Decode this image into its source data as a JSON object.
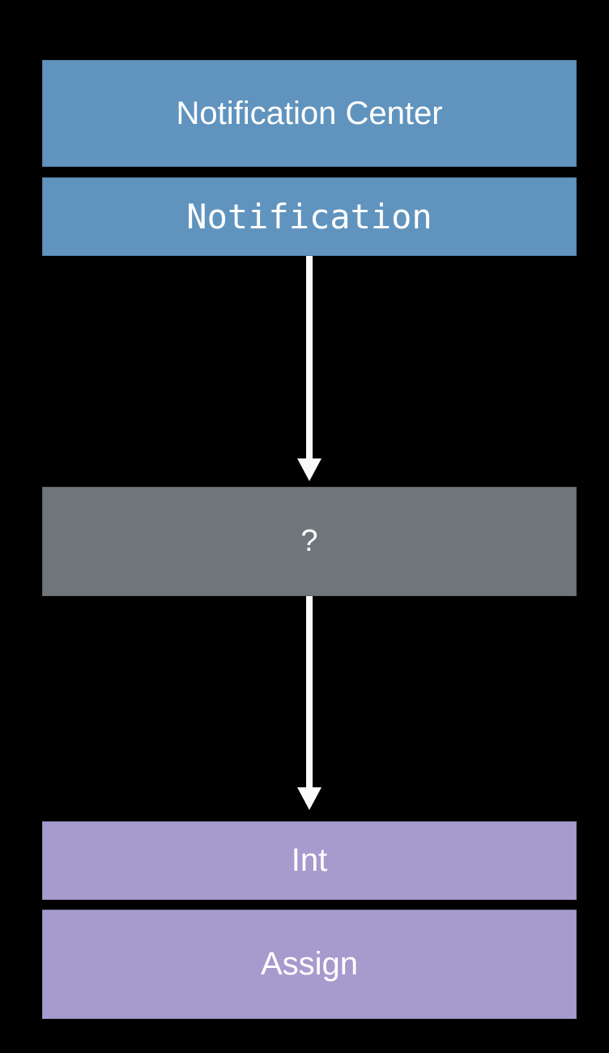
{
  "diagram": {
    "title": "Notification Center flow diagram",
    "nodes": {
      "notification_center": {
        "label": "Notification Center",
        "color": "#6094be",
        "text_color": "#ffffff",
        "font": "sans"
      },
      "notification": {
        "label": "Notification",
        "color": "#6094be",
        "text_color": "#ffffff",
        "font": "mono"
      },
      "unknown": {
        "label": "?",
        "color": "#6f767b",
        "text_color": "#ffffff",
        "font": "sans"
      },
      "int": {
        "label": "Int",
        "color": "#a79acd",
        "text_color": "#ffffff",
        "font": "sans"
      },
      "assign": {
        "label": "Assign",
        "color": "#a79acd",
        "text_color": "#ffffff",
        "font": "sans"
      }
    },
    "arrows": [
      {
        "name": "notification-to-unknown",
        "direction": "down",
        "color": "#fafafa"
      },
      {
        "name": "unknown-to-int",
        "direction": "down",
        "color": "#fafafa"
      }
    ],
    "colors": {
      "background": "#000000",
      "blue_node": "#6094be",
      "gray_node": "#6f767b",
      "purple_node": "#a79acd",
      "arrow": "#fafafa",
      "text": "#ffffff"
    }
  }
}
